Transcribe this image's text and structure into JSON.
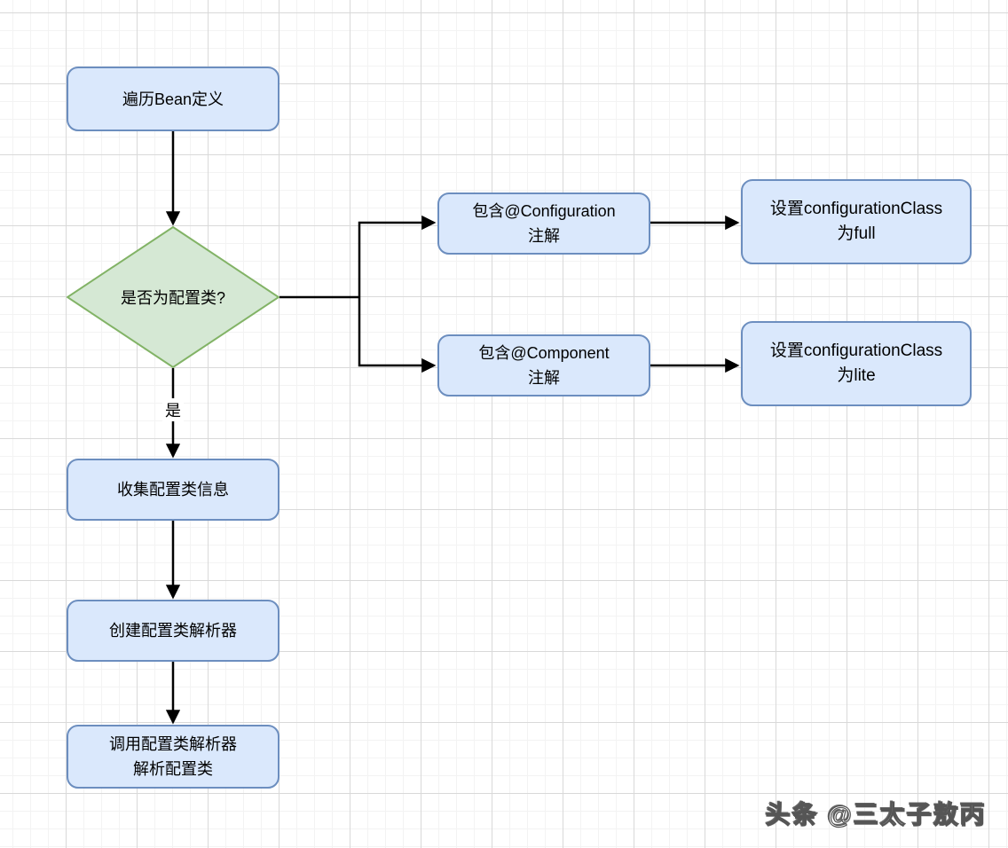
{
  "colors": {
    "process_fill": "#dae8fc",
    "process_border": "#6c8ebf",
    "decision_fill": "#d5e8d4",
    "decision_border": "#82b366",
    "arrow": "#000000"
  },
  "nodes": {
    "traverse": {
      "label": "遍历Bean定义"
    },
    "decision": {
      "label": "是否为配置类?"
    },
    "config_annotation": {
      "label": "包含@Configuration\n注解"
    },
    "component_annotation": {
      "label": "包含@Component\n注解"
    },
    "set_full": {
      "label": "设置configurationClass\n为full"
    },
    "set_lite": {
      "label": "设置configurationClass\n为lite"
    },
    "collect": {
      "label": "收集配置类信息"
    },
    "create_parser": {
      "label": "创建配置类解析器"
    },
    "invoke_parser": {
      "label": "调用配置类解析器\n解析配置类"
    }
  },
  "edges": {
    "yes_label": "是"
  },
  "watermark": {
    "text": "头条 @三太子敖丙"
  }
}
